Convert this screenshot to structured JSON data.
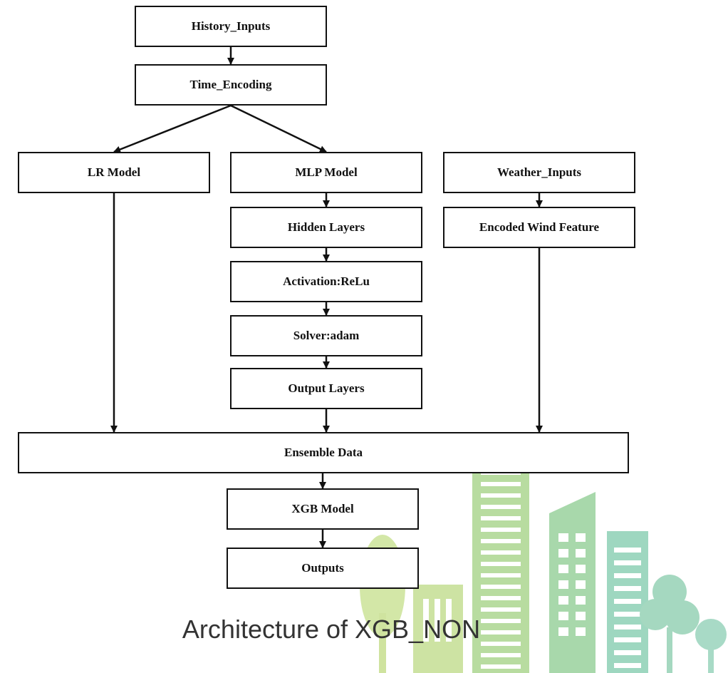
{
  "nodes": {
    "history_inputs": "History_Inputs",
    "time_encoding": "Time_Encoding",
    "lr_model": "LR Model",
    "mlp_model": "MLP Model",
    "weather_inputs": "Weather_Inputs",
    "hidden_layers": "Hidden Layers",
    "encoded_wind_feature": "Encoded Wind Feature",
    "activation": "Activation:ReLu",
    "solver": "Solver:adam",
    "output_layers": "Output Layers",
    "ensemble_data": "Ensemble Data",
    "xgb_model": "XGB Model",
    "outputs": "Outputs"
  },
  "edges": [
    [
      "history_inputs",
      "time_encoding"
    ],
    [
      "time_encoding",
      "lr_model"
    ],
    [
      "time_encoding",
      "mlp_model"
    ],
    [
      "mlp_model",
      "hidden_layers"
    ],
    [
      "hidden_layers",
      "activation"
    ],
    [
      "activation",
      "solver"
    ],
    [
      "solver",
      "output_layers"
    ],
    [
      "weather_inputs",
      "encoded_wind_feature"
    ],
    [
      "lr_model",
      "ensemble_data"
    ],
    [
      "output_layers",
      "ensemble_data"
    ],
    [
      "encoded_wind_feature",
      "ensemble_data"
    ],
    [
      "ensemble_data",
      "xgb_model"
    ],
    [
      "xgb_model",
      "outputs"
    ]
  ],
  "caption": "Architecture of XGB_NON",
  "colors": {
    "box_border": "#111111",
    "arrow": "#111111",
    "caption_text": "#333333",
    "city_green_light": "#c8e0a0",
    "city_green_mid": "#a9d8a6",
    "city_teal": "#9fd6c2"
  }
}
